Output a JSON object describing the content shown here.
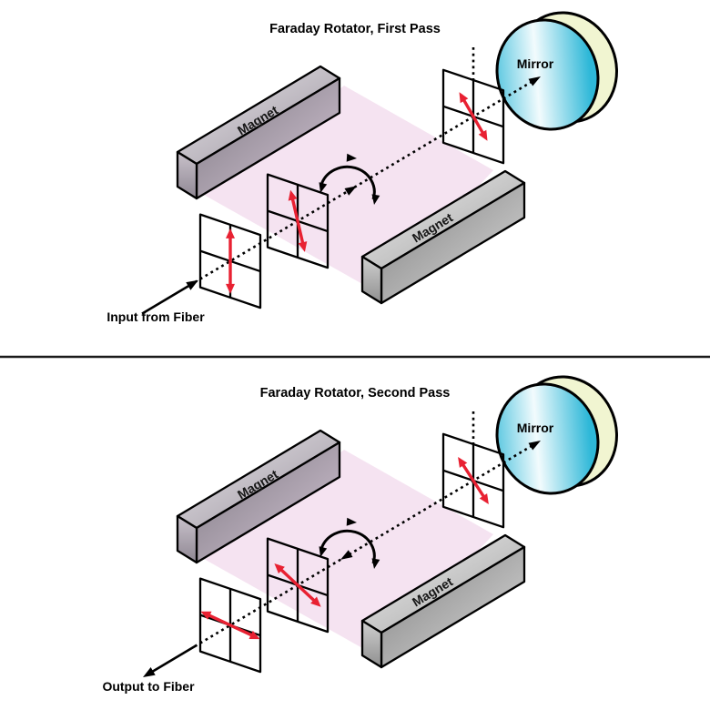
{
  "diagram": {
    "panels": [
      {
        "id": "first-pass",
        "title": "Faraday Rotator, First Pass",
        "fiber": {
          "label": "Input from Fiber",
          "direction": "input"
        },
        "mirror_label": "Mirror",
        "magnet_labels": [
          "Magnet",
          "Magnet"
        ],
        "beam_direction": "toward-mirror",
        "polarizations": [
          {
            "name": "input-polarization",
            "angle_deg": 0
          },
          {
            "name": "mid-rotation-polarization",
            "angle_deg": 13
          },
          {
            "name": "near-mirror-polarization",
            "angle_deg": 30
          }
        ]
      },
      {
        "id": "second-pass",
        "title": "Faraday Rotator, Second Pass",
        "fiber": {
          "label": "Output to Fiber",
          "direction": "output"
        },
        "mirror_label": "Mirror",
        "magnet_labels": [
          "Magnet",
          "Magnet"
        ],
        "beam_direction": "away-from-mirror",
        "polarizations": [
          {
            "name": "output-polarization",
            "angle_deg": 65
          },
          {
            "name": "mid-rotation-polarization",
            "angle_deg": 47
          },
          {
            "name": "near-mirror-polarization",
            "angle_deg": 33
          }
        ]
      }
    ],
    "colors": {
      "background": "#ffffff",
      "outline": "#000000",
      "polarization_arrow": "#e82132",
      "field_region": "#f5e3f1",
      "divider": "#1a1a1a",
      "magnet_top_front_dark": "#7d7881",
      "magnet_top_front_light": "#d5c6d6",
      "magnet_top_top_light": "#e9e6ea",
      "magnet_top_top_dark": "#9a939e",
      "magnet_top_cap_light": "#c9c2cb",
      "magnet_top_cap_dark": "#8f8793",
      "magnet_bottom_front_dark": "#7f7f7f",
      "magnet_bottom_front_light": "#dcdcdc",
      "magnet_bottom_top_light": "#efefef",
      "magnet_bottom_top_dark": "#a2a2a2",
      "magnet_bottom_cap_light": "#d0d0d0",
      "magnet_bottom_cap_dark": "#8f8f8f",
      "mirror_face_edge": "#2eb8d8",
      "mirror_face_center": "#f2fbfd",
      "mirror_rim": "#f1f5d1",
      "label_text": "#000000"
    }
  }
}
